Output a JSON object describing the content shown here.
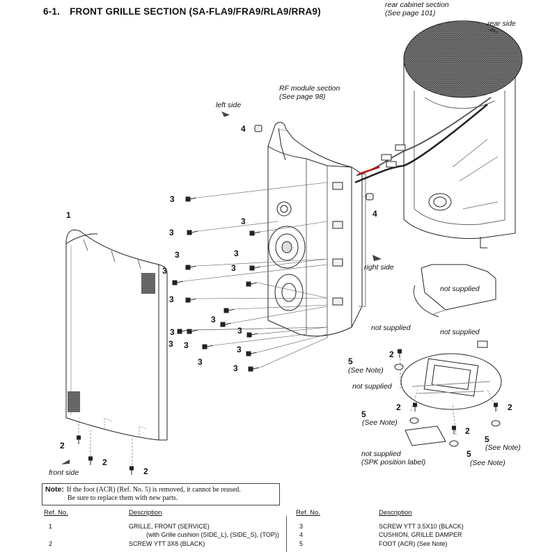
{
  "page": {
    "section_number": "6-1.",
    "section_title": "FRONT  GRILLE  SECTION (SA-FLA9/FRA9/RLA9/RRA9)"
  },
  "diagram_labels": {
    "rear_cabinet": "rear cabinet section",
    "rear_cabinet_page": "(See page 101)",
    "rear_side": "rear side",
    "rf_module": "RF module section",
    "rf_module_page": "(See page 98)",
    "left_side": "left side",
    "right_side": "right side",
    "front_side": "front side",
    "not_supplied": "not supplied",
    "spk_label": "(SPK position label)",
    "see_note": "(See Note)"
  },
  "ref_marks": {
    "one": "1",
    "two": "2",
    "three": "3",
    "four": "4",
    "five": "5"
  },
  "note": {
    "label": "Note:",
    "line1": "If the foot (ACR) (Ref. No. 5) is removed, it cannot be reused.",
    "line2": "Be sure to replace them with new parts."
  },
  "parts_table": {
    "headers": {
      "ref": "Ref. No.",
      "description": "Description"
    },
    "left": [
      {
        "ref": "1",
        "description": "GRILLE, FRONT (SERVICE)",
        "sub": "(with Grille cushion (SIDE_L), (SIDE_S), (TOP))"
      },
      {
        "ref": "2",
        "description": "SCREW YTT 3X8 (BLACK)",
        "sub": ""
      }
    ],
    "right": [
      {
        "ref": "3",
        "description": "SCREW YTT 3.5X10 (BLACK)"
      },
      {
        "ref": "4",
        "description": "CUSHION, GRILLE DAMPER"
      },
      {
        "ref": "5",
        "description": "FOOT (ACR) (See Note)"
      }
    ]
  }
}
